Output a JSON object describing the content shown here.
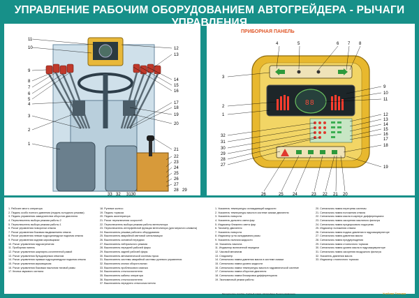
{
  "title": "УПРАВЛЕНИЕ РАБОЧИМ ОБОРУДОВАНИЕМ АВТОГРЕЙДЕРА - РЫЧАГИ УПРАВЛЕНИЯ",
  "panel_title": "ПРИБОРНАЯ ПАНЕЛЬ",
  "left_callouts": [
    "11",
    "10",
    "9",
    "8",
    "7",
    "6",
    "5",
    "4",
    "3",
    "2",
    "1",
    "12",
    "13",
    "14",
    "15",
    "16",
    "17",
    "18",
    "19",
    "20",
    "21",
    "22",
    "23",
    "24",
    "25",
    "26",
    "27",
    "28",
    "29",
    "33",
    "32",
    "3130"
  ],
  "right_callouts": [
    "4",
    "5",
    "6",
    "7",
    "8",
    "3",
    "9",
    "10",
    "2",
    "11",
    "1",
    "12",
    "13",
    "14",
    "15",
    "16",
    "17",
    "32",
    "31",
    "30",
    "29",
    "28",
    "27",
    "18",
    "19",
    "26",
    "25",
    "24",
    "23",
    "22",
    "21",
    "20"
  ],
  "legend": {
    "col1": [
      "1. Рабочее место оператора",
      "2. Педаль особо полного давления (педаль холодного режима)",
      "3. Педаль управления замедлителем оборотов двигателя",
      "4. Переключатель выбора режима работы 2",
      "5. Переключатель выбора режима работы 1",
      "6. Рычаг управления поворотом отвала",
      "7. Рычаг управления боковым выдвижением отвала",
      "8. Рычаг управления левым гидроцилиндром подъема отвала",
      "9. Рычаг управления задним кирковщиком",
      "10. Рычаг управления гидроагрегатом",
      "11. Приборная панель",
      "12. Рычаг управления шарнирно-сочлененной рамой",
      "13. Рычаг управления бульдозерным отвалом",
      "14. Рычаг управления правым гидроцилиндром подъема отвала",
      "15. Рычаг управления кирковщиком",
      "16. Рычаг управления боковым наклоном тяговой рамы",
      "17. Кнопка звукового сигнала"
    ],
    "col2": [
      "18. Рулевое колесо",
      "19. Педаль тормоза",
      "20. Педаль акселератора",
      "21. Рычаг переключения скоростей",
      "22. Переключатель выбора режима работы вентилятора",
      "23. Переключатель интерфейсной функции вентилятора (для мерзлого климата)",
      "24. Выключатель режима рабочего оборудования",
      "25. Выключатель аварийной световой сигнализации",
      "26. Выключатель основной передачи",
      "27. Выключатель нейтрального режима",
      "28. Выключатель передней рабочей фары",
      "29. Выключатель задней рабочей фары",
      "30. Выключатель автоматической системы пуска",
      "31. Выключатель системы аварийной системы рулевого управления",
      "32. Выключатель кнопки оборота вилки",
      "33. Выключатель проблескового маячка",
      "34. Выключатель стеклоочистителя",
      "35. Выключатель кабины оператора",
      "36. Выключатель стеклоочистителя",
      "37. Выключатель переднего стеклоочистителя"
    ],
    "col3": [
      "1. Указатель температуры охлаждающей жидкости",
      "2. Указатель температуры масла в системе смазки двигателя",
      "3. Указатель поворота",
      "4. Указатель дальнего света фар",
      "5. Индикатор ближнего света фар",
      "6. Тахометр двигателя",
      "7. Указатель поворота",
      "8. Индикатор угла складывания рамы",
      "9. Указатель наличия жидкости",
      "10. Указатель наклона",
      "11. Индикатор включенной передачи",
      "12. Часовой механизм",
      "13. Спидометр",
      "14. Сигнальная лампа давления масла в системе смазки",
      "15. Сигнальная лампа уровня жидкости",
      "16. Сигнальная лампа температуры масла в гидравлической системе",
      "17. Сигнальная лампа оборотов двигателя",
      "18. Сигнальная лампа блокировки дифференциала",
      "19. Экономичный режим работы"
    ],
    "col4": [
      "20. Сигнальная лампа перегрева системы",
      "21. Сигнальная лампа положения отвала",
      "22. Сигнальная лампа масла в картере дифференциала",
      "23. Сигнальная лампа засорения масляного фильтра",
      "24. Сигнальная лампа предпускового подогрева",
      "25. Индикатор положения отвала",
      "26. Сигнальная лампа подачи давления в гидроаккумуляторе",
      "27. Сигнальная лампа давления масла",
      "28. Сигнальная лампа предупреждения",
      "29. Сигнальная лампа стояночного тормоза",
      "30. Сигнальная лампа уровня масла в гидроаккумуляторе",
      "31. Сигнальная лампа засорения воздушного фильтра",
      "32. Указатель давления масла",
      "33. Индикатор стояночного тормоза"
    ]
  },
  "footer": "Методическое пособие. Учебный плакат. Автогрейдер. Рычаги управления.",
  "brand": "Учебная Техника"
}
